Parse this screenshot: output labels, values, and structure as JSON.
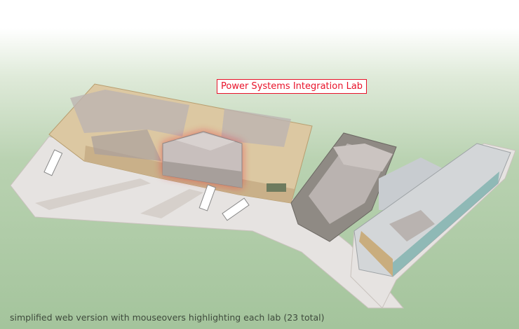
{
  "tooltip": {
    "label": "Power Systems Integration Lab"
  },
  "caption": "simplified web version with mouseovers highlighting each lab (23 total)",
  "colors": {
    "highlight": "#e8132a",
    "ground": "#e4e1df",
    "wall": "#d9c39c",
    "glass": "#b5adaa"
  },
  "highlighted_lab": "Power Systems Integration Lab"
}
